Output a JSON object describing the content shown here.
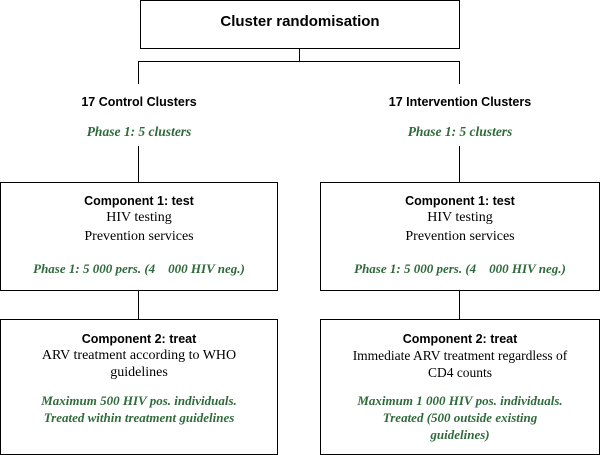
{
  "colors": {
    "accent": "#2f6b3a",
    "text": "#000000",
    "line": "#000000"
  },
  "top": {
    "title": "Cluster randomisation"
  },
  "control": {
    "heading": "17 Control Clusters",
    "phase": "Phase 1: 5 clusters",
    "component1": {
      "title": "Component 1: test",
      "line1": "HIV testing",
      "line2": "Prevention services",
      "note": "Phase 1: 5 000 pers. (4    000 HIV neg.)"
    },
    "component2": {
      "title": "Component 2: treat",
      "line1": "ARV treatment  according to WHO",
      "line2": "guidelines",
      "note1": "Maximum 500 HIV pos. individuals.",
      "note2": "Treated within treatment guidelines"
    }
  },
  "intervention": {
    "heading": "17 Intervention Clusters",
    "phase": "Phase 1: 5 clusters",
    "component1": {
      "title": "Component 1: test",
      "line1": "HIV testing",
      "line2": "Prevention services",
      "note": "Phase 1: 5 000 pers. (4    000 HIV neg.)"
    },
    "component2": {
      "title": "Component 2: treat",
      "line1": "Immediate ARV treatment regardless of",
      "line2": "CD4 counts",
      "note1": "Maximum 1 000 HIV pos. individuals.",
      "note2": "Treated (500 outside existing",
      "note3": "guidelines)"
    }
  }
}
